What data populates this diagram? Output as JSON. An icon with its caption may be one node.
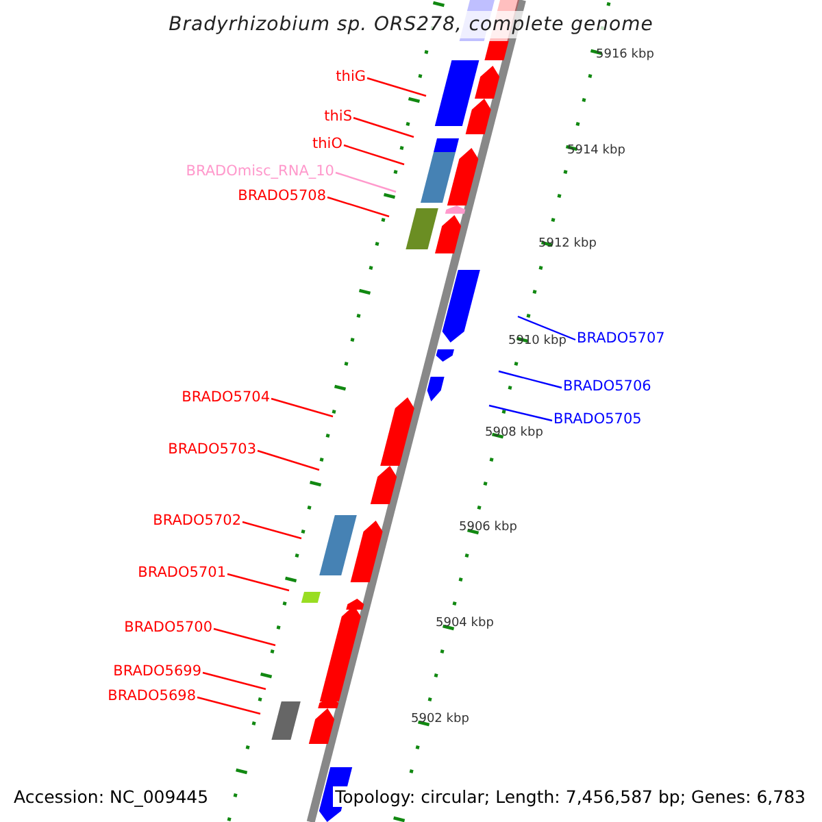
{
  "diagram": {
    "title": "Bradyrhizobium sp. ORS278, complete genome",
    "nodes": [
      {
        "text": [
          "thiG"
        ]
      },
      {
        "text": [
          "thiS"
        ]
      },
      {
        "text": [
          "thiO"
        ]
      },
      {
        "text": [
          "BRADOmisc_RNA_10"
        ]
      },
      {
        "text": [
          "BRADO5708"
        ]
      },
      {
        "text": [
          "BRADO5707"
        ]
      },
      {
        "text": [
          "BRADO5706"
        ]
      },
      {
        "text": [
          "BRADO5705"
        ]
      },
      {
        "text": [
          "BRADO5704"
        ]
      },
      {
        "text": [
          "BRADO5703"
        ]
      },
      {
        "text": [
          "BRADO5702"
        ]
      },
      {
        "text": [
          "BRADO5701"
        ]
      },
      {
        "text": [
          "BRADO5700"
        ]
      },
      {
        "text": [
          "BRADO5699"
        ]
      },
      {
        "text": [
          "BRADO5698"
        ]
      }
    ],
    "edges": [
      {
        "from": 0,
        "to": null,
        "arrow": "none"
      },
      {
        "from": 1,
        "to": null,
        "arrow": "none"
      },
      {
        "from": 2,
        "to": null,
        "arrow": "none"
      },
      {
        "from": 3,
        "to": null,
        "arrow": "none",
        "color": "#ff99cc"
      },
      {
        "from": 4,
        "to": null,
        "arrow": "none"
      },
      {
        "from": 5,
        "to": null,
        "arrow": "none",
        "color": "#0000ff"
      },
      {
        "from": 6,
        "to": null,
        "arrow": "none",
        "color": "#0000ff"
      },
      {
        "from": 7,
        "to": null,
        "arrow": "none",
        "color": "#0000ff"
      },
      {
        "from": 8,
        "to": null,
        "arrow": "none"
      },
      {
        "from": 9,
        "to": null,
        "arrow": "none"
      },
      {
        "from": 10,
        "to": null,
        "arrow": "none"
      },
      {
        "from": 11,
        "to": null,
        "arrow": "none"
      },
      {
        "from": 12,
        "to": null,
        "arrow": "none"
      },
      {
        "from": 13,
        "to": null,
        "arrow": "none"
      },
      {
        "from": 14,
        "to": null,
        "arrow": "none"
      }
    ],
    "labels": [
      "5916 kbp",
      "5914 kbp",
      "5912 kbp",
      "5910 kbp",
      "5908 kbp",
      "5906 kbp",
      "5904 kbp",
      "5902 kbp",
      "Accession: NC_009445",
      "Topology: circular; Length: 7,456,587 bp; Genes: 6,783"
    ]
  }
}
